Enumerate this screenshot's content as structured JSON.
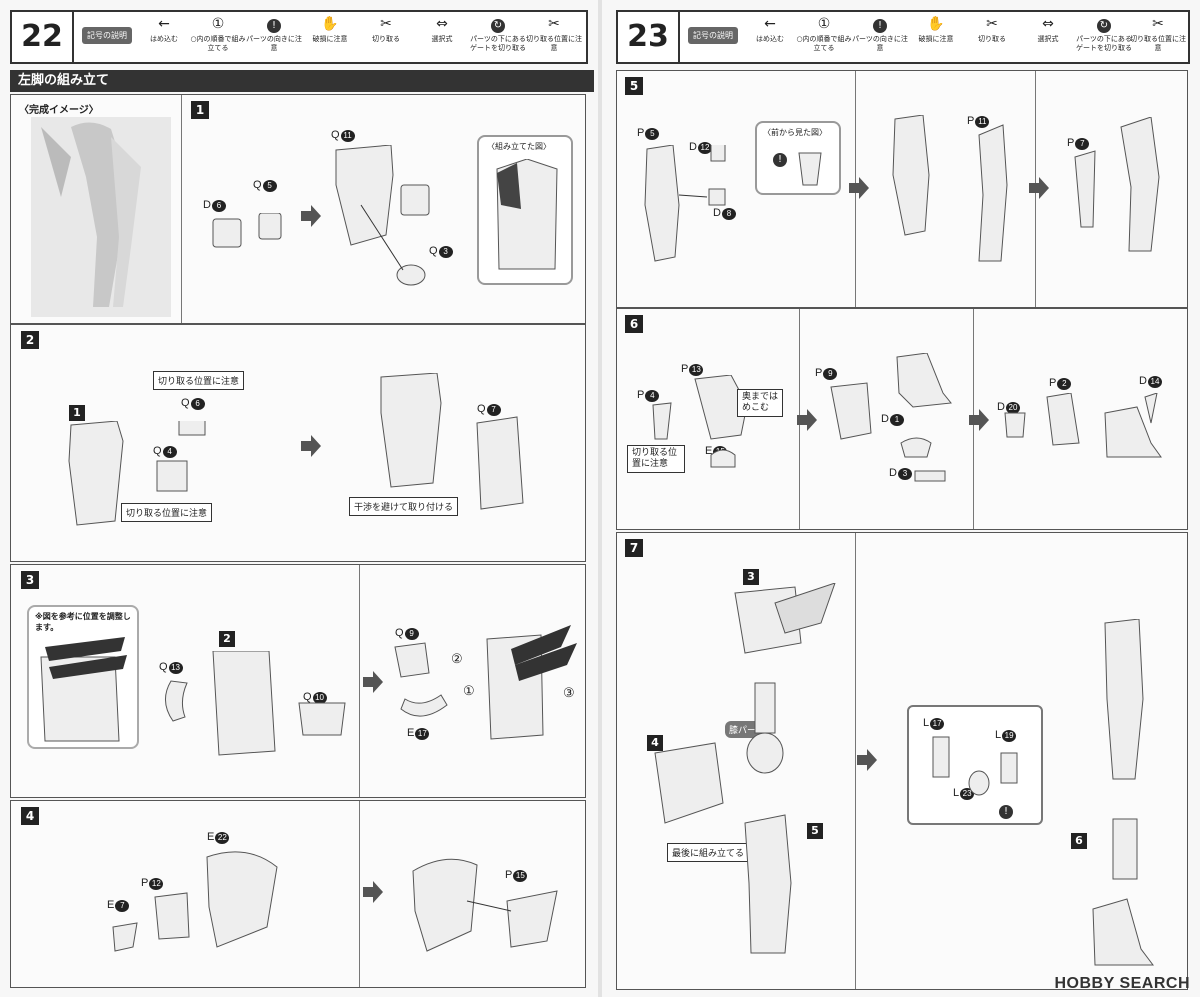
{
  "legend": {
    "label": "記号の説明",
    "items": [
      {
        "icon": "arrow-left-icon",
        "symbol": "←",
        "text": "はめ込む"
      },
      {
        "icon": "circled-number-icon",
        "symbol": "①",
        "text": "○内の順番で組み立てる"
      },
      {
        "icon": "exclamation-icon",
        "symbol": "!",
        "text": "パーツの向きに注意"
      },
      {
        "icon": "break-warning-icon",
        "symbol": "✋",
        "text": "破損に注意"
      },
      {
        "icon": "cut-icon",
        "symbol": "✂",
        "text": "切り取る"
      },
      {
        "icon": "selectable-icon",
        "symbol": "⇔",
        "text": "選択式"
      },
      {
        "icon": "gate-cut-icon",
        "symbol": "↻",
        "text": "パーツの下にあるゲートを切り取る"
      },
      {
        "icon": "cut-position-icon",
        "symbol": "✂",
        "text": "切り取る位置に注意"
      }
    ]
  },
  "left_page": {
    "page_number": "22",
    "section_title": "左脚の組み立て",
    "complete_label": "〈完成イメージ〉",
    "steps": [
      {
        "num": "1",
        "parts": [
          {
            "letter": "D",
            "number": "6"
          },
          {
            "letter": "Q",
            "number": "5"
          },
          {
            "letter": "Q",
            "number": "11"
          },
          {
            "letter": "Q",
            "number": "3"
          }
        ],
        "inset_label": "〈組み立てた図〉"
      },
      {
        "num": "2",
        "sub": "1",
        "parts": [
          {
            "letter": "Q",
            "number": "6"
          },
          {
            "letter": "Q",
            "number": "4"
          },
          {
            "letter": "Q",
            "number": "7"
          }
        ],
        "notes": [
          "切り取る位置に注意",
          "切り取る位置に注意",
          "干渉を避けて取り付ける"
        ]
      },
      {
        "num": "3",
        "sub": "2",
        "parts": [
          {
            "letter": "Q",
            "number": "13"
          },
          {
            "letter": "Q",
            "number": "10"
          },
          {
            "letter": "Q",
            "number": "9"
          },
          {
            "letter": "E",
            "number": "17"
          }
        ],
        "note": "※図を参考に位置を調整します。",
        "order": [
          "①",
          "②",
          "③"
        ]
      },
      {
        "num": "4",
        "parts": [
          {
            "letter": "E",
            "number": "22"
          },
          {
            "letter": "P",
            "number": "12"
          },
          {
            "letter": "E",
            "number": "7"
          },
          {
            "letter": "P",
            "number": "15"
          }
        ]
      }
    ]
  },
  "right_page": {
    "page_number": "23",
    "steps": [
      {
        "num": "5",
        "parts": [
          {
            "letter": "P",
            "number": "5"
          },
          {
            "letter": "D",
            "number": "12"
          },
          {
            "letter": "D",
            "number": "8"
          },
          {
            "letter": "P",
            "number": "11"
          },
          {
            "letter": "P",
            "number": "7"
          }
        ],
        "inset_label": "〈前から見た図〉"
      },
      {
        "num": "6",
        "parts": [
          {
            "letter": "P",
            "number": "13"
          },
          {
            "letter": "P",
            "number": "4"
          },
          {
            "letter": "E",
            "number": "15"
          },
          {
            "letter": "P",
            "number": "9"
          },
          {
            "letter": "D",
            "number": "1"
          },
          {
            "letter": "D",
            "number": "3"
          },
          {
            "letter": "P",
            "number": "2"
          },
          {
            "letter": "D",
            "number": "20"
          },
          {
            "letter": "D",
            "number": "14"
          }
        ],
        "notes": [
          "切り取る位置に注意",
          "奥まではめこむ"
        ]
      },
      {
        "num": "7",
        "subs": [
          "3",
          "4",
          "5",
          "6"
        ],
        "parts": [
          {
            "letter": "L",
            "number": "17"
          },
          {
            "letter": "L",
            "number": "19"
          },
          {
            "letter": "L",
            "number": "23"
          }
        ],
        "notes": [
          "膝パーツ",
          "最後に組み立てる"
        ]
      }
    ]
  },
  "watermark": "HOBBY SEARCH"
}
